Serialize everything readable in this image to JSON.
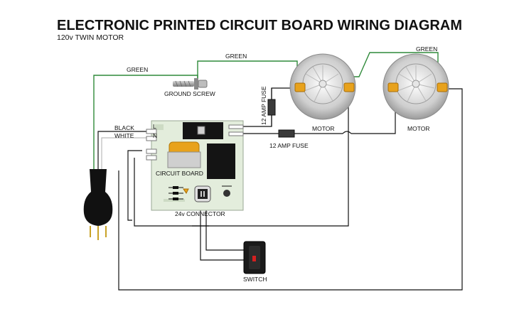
{
  "title": "ELECTRONIC PRINTED CIRCUIT BOARD WIRING DIAGRAM",
  "subtitle": "120v TWIN MOTOR",
  "labels": {
    "green_left": "GREEN",
    "green_middle": "GREEN",
    "green_right": "GREEN",
    "ground_screw": "GROUND SCREW",
    "fuse_vertical": "12 AMP FUSE",
    "fuse_horizontal": "12 AMP FUSE",
    "motor_left": "MOTOR",
    "motor_right": "MOTOR",
    "black": "BLACK",
    "white": "WHITE",
    "terminal_l": "L",
    "terminal_n": "N",
    "circuit_board": "CIRCUIT BOARD",
    "connector": "24v CONNECTOR",
    "switch": "SWITCH"
  },
  "colors": {
    "ground_wire": "#2f8a3a",
    "board": "#e3eddc",
    "terminal": "#e8a21c",
    "switch_indicator": "#d42020"
  }
}
